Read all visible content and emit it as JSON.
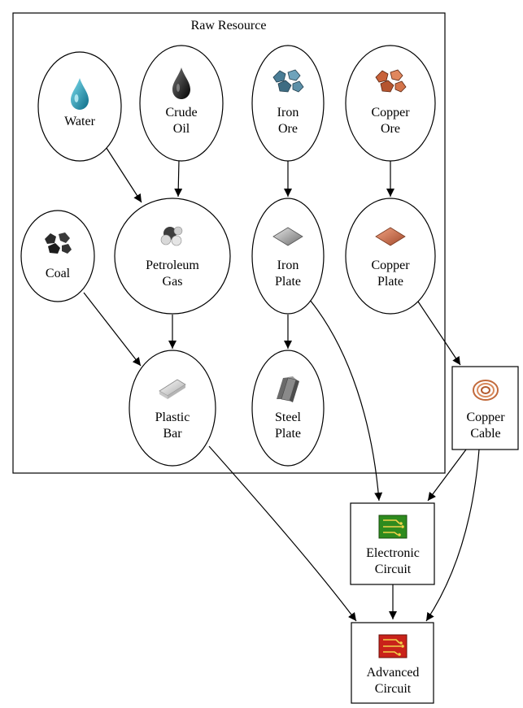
{
  "cluster": {
    "label": "Raw Resource"
  },
  "nodes": {
    "water": {
      "lines": [
        "Water"
      ],
      "icon": "water-drop-icon"
    },
    "crude_oil": {
      "lines": [
        "Crude",
        "Oil"
      ],
      "icon": "oil-drop-icon"
    },
    "iron_ore": {
      "lines": [
        "Iron",
        "Ore"
      ],
      "icon": "iron-ore-icon"
    },
    "copper_ore": {
      "lines": [
        "Copper",
        "Ore"
      ],
      "icon": "copper-ore-icon"
    },
    "coal": {
      "lines": [
        "Coal"
      ],
      "icon": "coal-icon"
    },
    "petroleum_gas": {
      "lines": [
        "Petroleum",
        "Gas"
      ],
      "icon": "petroleum-gas-icon"
    },
    "iron_plate": {
      "lines": [
        "Iron",
        "Plate"
      ],
      "icon": "iron-plate-icon"
    },
    "copper_plate": {
      "lines": [
        "Copper",
        "Plate"
      ],
      "icon": "copper-plate-icon"
    },
    "plastic_bar": {
      "lines": [
        "Plastic",
        "Bar"
      ],
      "icon": "plastic-bar-icon"
    },
    "steel_plate": {
      "lines": [
        "Steel",
        "Plate"
      ],
      "icon": "steel-plate-icon"
    },
    "copper_cable": {
      "lines": [
        "Copper",
        "Cable"
      ],
      "icon": "copper-cable-icon"
    },
    "electronic_circuit": {
      "lines": [
        "Electronic",
        "Circuit"
      ],
      "icon": "electronic-circuit-icon"
    },
    "advanced_circuit": {
      "lines": [
        "Advanced",
        "Circuit"
      ],
      "icon": "advanced-circuit-icon"
    }
  },
  "edges": [
    [
      "water",
      "petroleum_gas"
    ],
    [
      "crude_oil",
      "petroleum_gas"
    ],
    [
      "iron_ore",
      "iron_plate"
    ],
    [
      "copper_ore",
      "copper_plate"
    ],
    [
      "petroleum_gas",
      "plastic_bar"
    ],
    [
      "coal",
      "plastic_bar"
    ],
    [
      "iron_plate",
      "steel_plate"
    ],
    [
      "iron_plate",
      "electronic_circuit"
    ],
    [
      "copper_plate",
      "copper_cable"
    ],
    [
      "copper_cable",
      "electronic_circuit"
    ],
    [
      "copper_cable",
      "advanced_circuit"
    ],
    [
      "plastic_bar",
      "advanced_circuit"
    ],
    [
      "electronic_circuit",
      "advanced_circuit"
    ]
  ]
}
